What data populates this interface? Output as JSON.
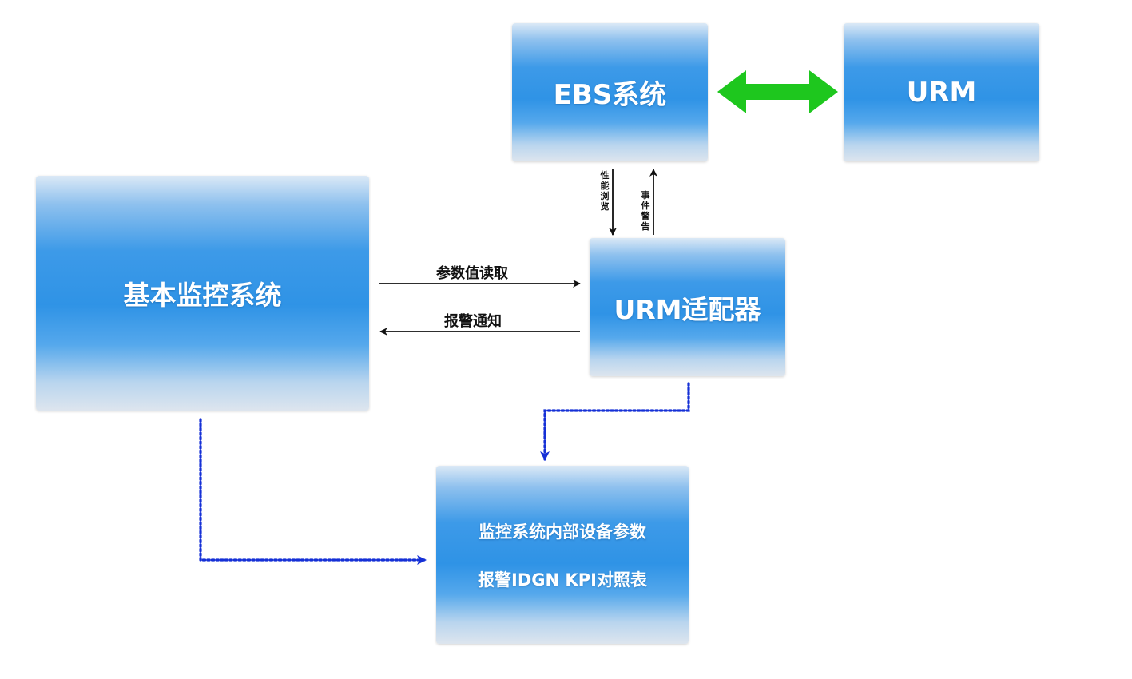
{
  "nodes": {
    "ebs": "EBS系统",
    "urm": "URM",
    "basic_monitor": "基本监控系统",
    "urm_adapter": "URM适配器",
    "param_table_line1": "监控系统内部设备参数",
    "param_table_line2": "报警IDGN KPI对照表"
  },
  "edges": {
    "param_read": "参数值读取",
    "alarm_notify": "报警通知",
    "perf_browse": "性能浏览",
    "event_alarm": "事件警告"
  },
  "colors": {
    "bidirectional_arrow": "#1ec71e",
    "dotted_connector": "#1530d6",
    "solid_arrow": "#111111"
  }
}
